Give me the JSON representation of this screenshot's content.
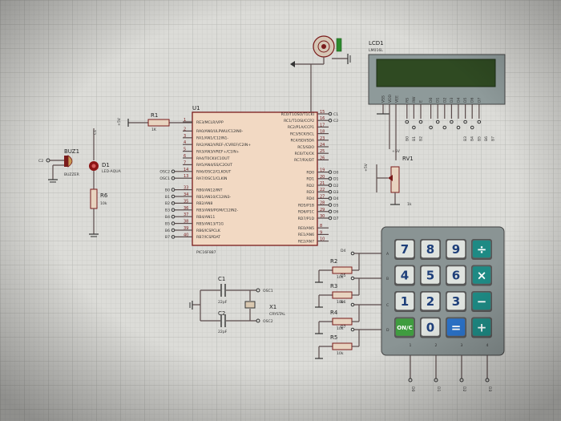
{
  "app": {
    "title": ""
  },
  "chip": {
    "ref": "U1",
    "name": "PIC16F887",
    "left_pins": [
      {
        "num": "1",
        "name": "RE3/MCLR/VPP"
      },
      {
        "num": "2",
        "name": "RA0/AN0/ULPWU/C12IN0-"
      },
      {
        "num": "3",
        "name": "RA1/AN1/C12IN1-"
      },
      {
        "num": "4",
        "name": "RA2/AN2/VREF-/CVREF/C2IN+"
      },
      {
        "num": "5",
        "name": "RA3/AN3/VREF+/C1IN+"
      },
      {
        "num": "6",
        "name": "RA4/T0CKI/C1OUT"
      },
      {
        "num": "7",
        "name": "RA5/AN4/SS/C2OUT"
      },
      {
        "num": "14",
        "name": "RA6/OSC2/CLKOUT"
      },
      {
        "num": "13",
        "name": "RA7/OSC1/CLKIN"
      },
      {
        "num": "33",
        "name": "RB0/AN12/INT"
      },
      {
        "num": "34",
        "name": "RB1/AN10/C12IN3-"
      },
      {
        "num": "35",
        "name": "RB2/AN8"
      },
      {
        "num": "36",
        "name": "RB3/AN9/PGM/C12IN2-"
      },
      {
        "num": "37",
        "name": "RB4/AN11"
      },
      {
        "num": "38",
        "name": "RB5/AN13/T1G"
      },
      {
        "num": "39",
        "name": "RB6/ICSPCLK"
      },
      {
        "num": "40",
        "name": "RB7/ICSPDAT"
      }
    ],
    "right_pins": [
      {
        "num": "15",
        "name": "RC0/T1OSO/T1CKI"
      },
      {
        "num": "16",
        "name": "RC1/T1OSI/CCP2"
      },
      {
        "num": "17",
        "name": "RC2/P1A/CCP1"
      },
      {
        "num": "18",
        "name": "RC3/SCK/SCL"
      },
      {
        "num": "23",
        "name": "RC4/SDI/SDA"
      },
      {
        "num": "24",
        "name": "RC5/SDO"
      },
      {
        "num": "25",
        "name": "RC6/TX/CK"
      },
      {
        "num": "26",
        "name": "RC7/RX/DT"
      },
      {
        "num": "19",
        "name": "RD0"
      },
      {
        "num": "20",
        "name": "RD1"
      },
      {
        "num": "21",
        "name": "RD2"
      },
      {
        "num": "22",
        "name": "RD3"
      },
      {
        "num": "27",
        "name": "RD4"
      },
      {
        "num": "28",
        "name": "RD5/P1B"
      },
      {
        "num": "29",
        "name": "RD6/P1C"
      },
      {
        "num": "30",
        "name": "RD7/P1D"
      },
      {
        "num": "8",
        "name": "RE0/AN5"
      },
      {
        "num": "9",
        "name": "RE1/AN6"
      },
      {
        "num": "10",
        "name": "RE2/AN7"
      }
    ],
    "left_nets": [
      "OSC2",
      "OSC1",
      "B0",
      "B1",
      "B2",
      "B3",
      "B4",
      "B5",
      "B6",
      "B7"
    ],
    "right_nets_c": [
      "C1",
      "C2"
    ],
    "right_nets_d": [
      "D0",
      "D1",
      "D2",
      "D3",
      "D4",
      "D5",
      "D6",
      "D7"
    ]
  },
  "r1": {
    "ref": "R1",
    "value": "1K"
  },
  "vcc_label": "+5V",
  "buzzer": {
    "ref": "BUZ1",
    "name": "BUZZER",
    "net": "C2"
  },
  "led": {
    "ref": "D1",
    "name": "LED-AQUA"
  },
  "r6": {
    "ref": "R6",
    "value": "10k"
  },
  "motor_net": "C1",
  "lcd": {
    "ref": "LCD1",
    "model": "LM016L",
    "pins": [
      "VSS",
      "VDD",
      "VEE",
      "RS",
      "RW",
      "E",
      "D0",
      "D1",
      "D2",
      "D3",
      "D4",
      "D5",
      "D6",
      "D7"
    ],
    "nets": [
      "B0",
      "B1",
      "B2",
      "B3",
      "B4",
      "B5",
      "B6",
      "B7"
    ]
  },
  "rv1": {
    "ref": "RV1",
    "value": "1k",
    "vcc": "+5V"
  },
  "osc": {
    "c1": {
      "ref": "C1",
      "value": "22pF"
    },
    "c2": {
      "ref": "C2",
      "value": "22pF"
    },
    "x1": {
      "ref": "X1",
      "name": "CRYSTAL"
    },
    "net1": "OSC1",
    "net2": "OSC2"
  },
  "keypad_resistors": [
    {
      "ref": "R2",
      "value": "10k",
      "net": "D4"
    },
    {
      "ref": "R3",
      "value": "10k",
      "net": "D5"
    },
    {
      "ref": "R4",
      "value": "10k",
      "net": "D6"
    },
    {
      "ref": "R5",
      "value": "10k",
      "net": "D7"
    }
  ],
  "keypad": {
    "rows": [
      "A",
      "B",
      "C",
      "D"
    ],
    "cols": [
      "1",
      "2",
      "3",
      "4"
    ],
    "keys": [
      {
        "label": "7",
        "kind": "num"
      },
      {
        "label": "8",
        "kind": "num"
      },
      {
        "label": "9",
        "kind": "num"
      },
      {
        "label": "÷",
        "kind": "op"
      },
      {
        "label": "4",
        "kind": "num"
      },
      {
        "label": "5",
        "kind": "num"
      },
      {
        "label": "6",
        "kind": "num"
      },
      {
        "label": "×",
        "kind": "op"
      },
      {
        "label": "1",
        "kind": "num"
      },
      {
        "label": "2",
        "kind": "num"
      },
      {
        "label": "3",
        "kind": "num"
      },
      {
        "label": "−",
        "kind": "op"
      },
      {
        "label": "ON/C",
        "kind": "on"
      },
      {
        "label": "0",
        "kind": "num"
      },
      {
        "label": "=",
        "kind": "eq"
      },
      {
        "label": "+",
        "kind": "op"
      }
    ],
    "col_nets": [
      "D0",
      "D1",
      "D2",
      "D3"
    ]
  },
  "colors": {
    "pcb_gray": "#8e9a9a",
    "lcd_screen": "#2f4a22",
    "key_num": "#dfe3df",
    "key_op": "#1e8a84",
    "key_on": "#3f9c3f",
    "key_eq": "#2b72c8",
    "chip_fill": "#f2d9c3",
    "wire": "#5a4a4a"
  }
}
